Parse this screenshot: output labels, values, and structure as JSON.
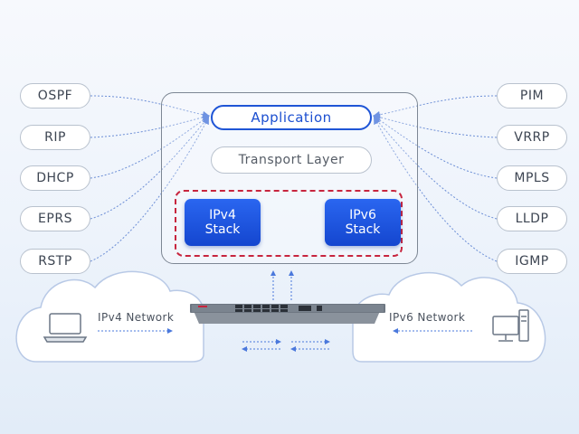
{
  "diagram": {
    "left_protocols": [
      "OSPF",
      "RIP",
      "DHCP",
      "EPRS",
      "RSTP"
    ],
    "right_protocols": [
      "PIM",
      "VRRP",
      "MPLS",
      "LLDP",
      "IGMP"
    ],
    "application": "Application",
    "transport": "Transport Layer",
    "ipv4_stack": {
      "line1": "IPv4",
      "line2": "Stack"
    },
    "ipv6_stack": {
      "line1": "IPv6",
      "line2": "Stack"
    },
    "ipv4_network": "IPv4 Network",
    "ipv6_network": "IPv6 Network",
    "icons": {
      "laptop": "laptop-icon",
      "desktop": "desktop-computer-icon",
      "switch": "network-switch-icon"
    },
    "colors": {
      "accent_blue": "#1f55d6",
      "stack_blue": "#1a4fdc",
      "dashed_red": "#c7253e",
      "connector_blue": "#6d8fd6",
      "cloud_fill": "#ffffff",
      "cloud_stroke": "#b8c9e6"
    }
  }
}
